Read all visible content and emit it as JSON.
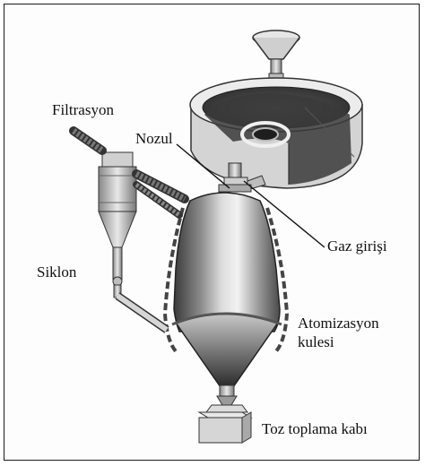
{
  "labels": {
    "filtrasyon": "Filtrasyon",
    "nozul": "Nozul",
    "gaz_girisi": "Gaz girişi",
    "siklon": "Siklon",
    "atomizasyon_line1": "Atomizasyon",
    "atomizasyon_line2": "kulesi",
    "toz_toplama": "Toz toplama kabı"
  }
}
